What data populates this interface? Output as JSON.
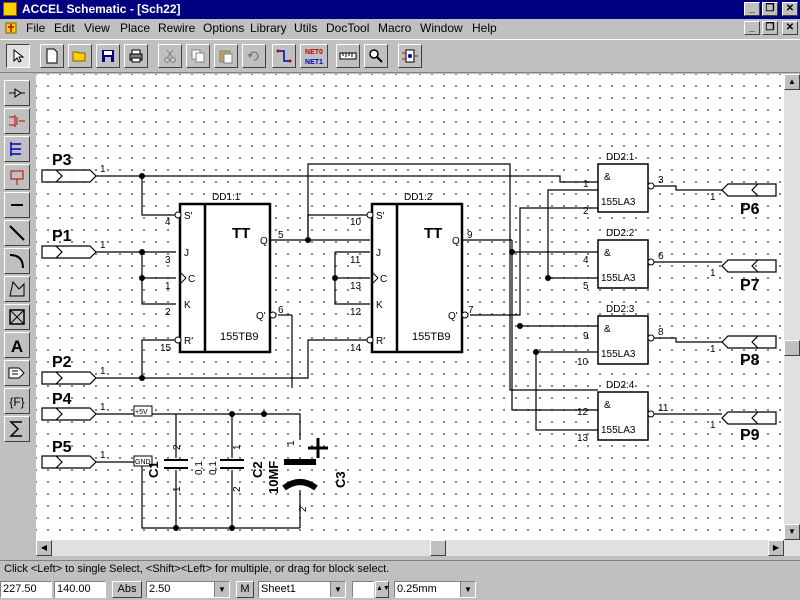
{
  "window": {
    "title": "ACCEL Schematic - [Sch22]",
    "min": "_",
    "restore": "❐",
    "close": "✕"
  },
  "menu": [
    {
      "label": "File"
    },
    {
      "label": "Edit"
    },
    {
      "label": "View"
    },
    {
      "label": "Place"
    },
    {
      "label": "Rewire"
    },
    {
      "label": "Options"
    },
    {
      "label": "Library"
    },
    {
      "label": "Utils"
    },
    {
      "label": "DocTool"
    },
    {
      "label": "Macro"
    },
    {
      "label": "Window"
    },
    {
      "label": "Help"
    }
  ],
  "toolbar": {
    "net_top": "NET0",
    "net_bottom": "NET1"
  },
  "schematic": {
    "ports": {
      "p3": "P3",
      "p1": "P1",
      "p2": "P2",
      "p4": "P4",
      "p5": "P5",
      "p6": "P6",
      "p7": "P7",
      "p8": "P8",
      "p9": "P9"
    },
    "port_pins": {
      "one": "1"
    },
    "dd1_1": {
      "ref": "DD1:1",
      "sym": "TT",
      "type": "155TB9",
      "s": "S'",
      "j": "J",
      "c": "C",
      "k": "K",
      "r": "R'",
      "q": "Q",
      "qn": "Q'",
      "pins": {
        "s": "4",
        "j": "3",
        "c": "1",
        "k": "2",
        "r": "15",
        "q": "5",
        "qn": "6"
      }
    },
    "dd1_2": {
      "ref": "DD1:2",
      "sym": "TT",
      "type": "155TB9",
      "s": "S'",
      "j": "J",
      "c": "C",
      "k": "K",
      "r": "R'",
      "q": "Q",
      "qn": "Q'",
      "pins": {
        "s": "10",
        "j": "11",
        "c": "13",
        "k": "12",
        "r": "14",
        "q": "9",
        "qn": "7"
      }
    },
    "gates": [
      {
        "ref": "DD2:1",
        "sym": "&",
        "type": "155LA3",
        "in1": "1",
        "in2": "2",
        "out": "3"
      },
      {
        "ref": "DD2:2",
        "sym": "&",
        "type": "155LA3",
        "in1": "4",
        "in2": "5",
        "out": "6"
      },
      {
        "ref": "DD2:3",
        "sym": "&",
        "type": "155LA3",
        "in1": "9",
        "in2": "10",
        "out": "8"
      },
      {
        "ref": "DD2:4",
        "sym": "&",
        "type": "155LA3",
        "in1": "12",
        "in2": "13",
        "out": "11"
      }
    ],
    "power": {
      "vcc": "+5V",
      "gnd": "GND"
    },
    "caps": {
      "c1": {
        "ref": "C1",
        "value": "0,1",
        "p1": "2",
        "p2": "1"
      },
      "c2": {
        "ref": "C2",
        "value": "0,1",
        "p1": "1",
        "p2": "2"
      },
      "c3": {
        "ref": "C3",
        "value": "10MF",
        "p1": "1",
        "p2": "2"
      }
    }
  },
  "status": {
    "hint": "Click <Left> to single Select, <Shift><Left> for multiple, or drag for block select."
  },
  "bottom": {
    "x": "227.50",
    "y": "140.00",
    "abs": "Abs",
    "grid": "2.50",
    "m": "M",
    "sheet": "Sheet1",
    "line_width": "0.25mm"
  }
}
